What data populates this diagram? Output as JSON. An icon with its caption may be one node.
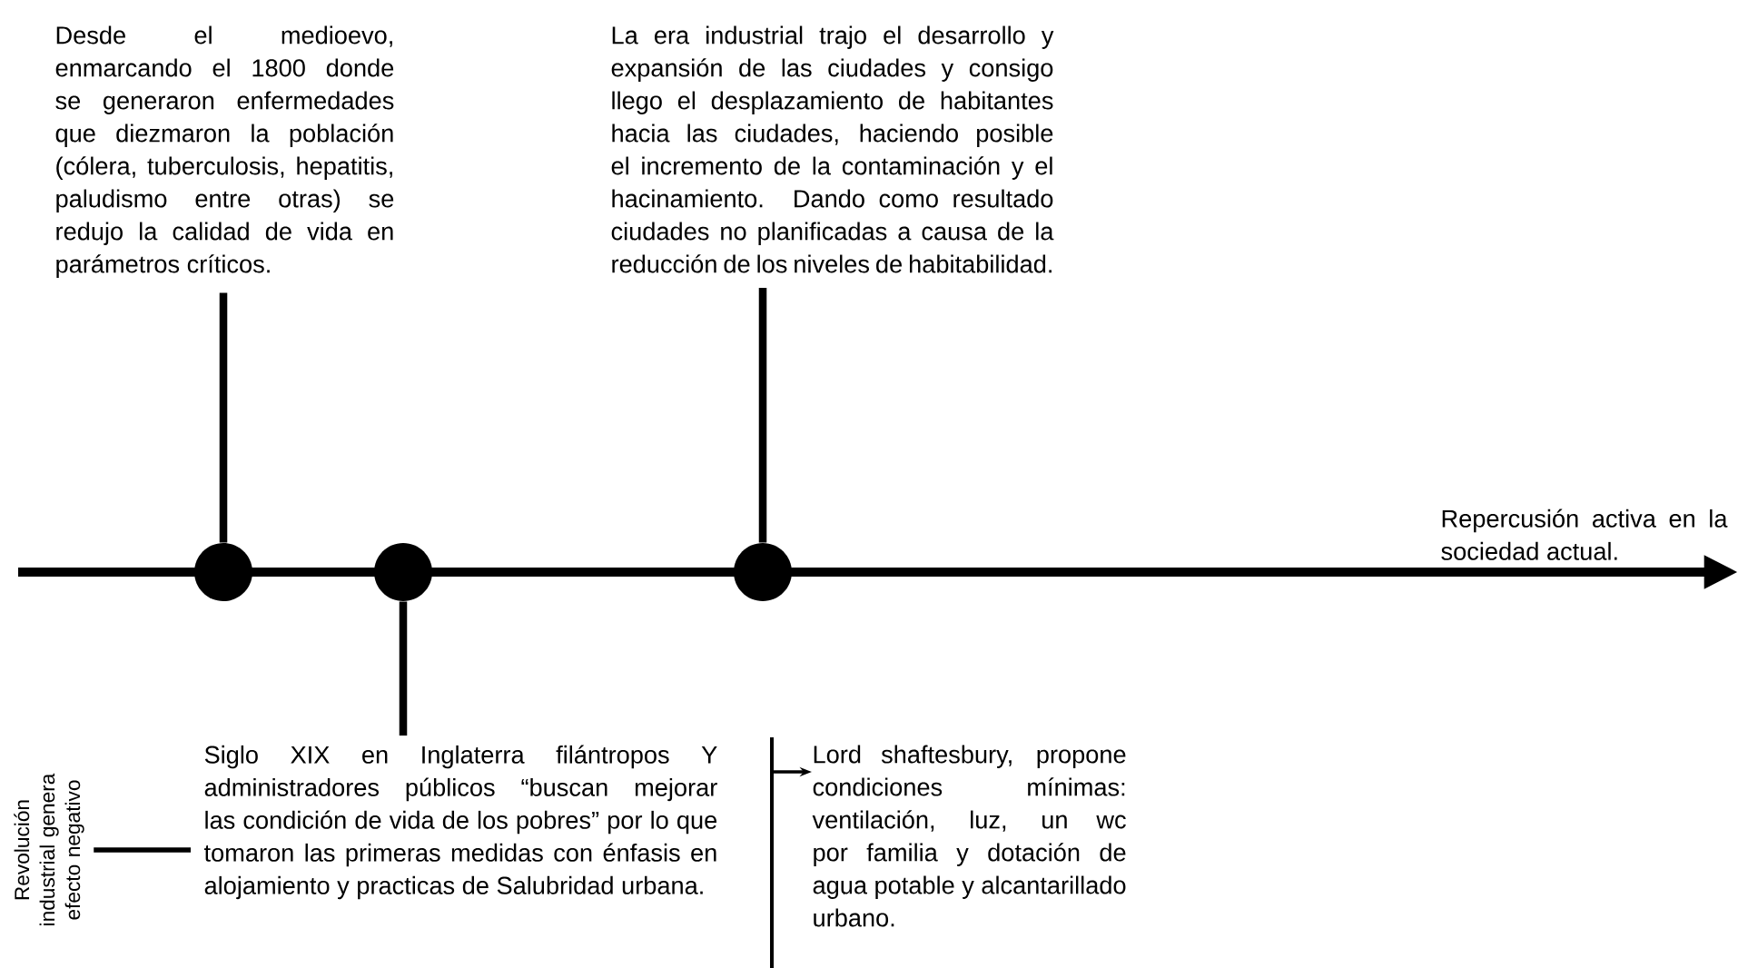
{
  "diagram": {
    "nodes": [
      {
        "text": [
          "Desde el medioevo, enmarcando el 1800 donde se generaron enfermedades que diezmaron la población (cólera, tuberculosis, hepatitis, paludismo entre otras) se redujo la calidad de vida en parámetros críticos."
        ]
      },
      {
        "text": [
          "La era industrial trajo el desarrollo y expansión de las ciudades y consigo llego el desplazamiento de habitantes hacia las ciudades, haciendo posible el incremento de la contaminación y el hacinamiento. Dando como resultado ciudades no planificadas a causa de la reducción de los niveles de habitabilidad."
        ]
      },
      {
        "text": [],
        "shape": "circle"
      },
      {
        "text": [],
        "shape": "circle"
      },
      {
        "text": [],
        "shape": "circle"
      },
      {
        "text": [
          "Repercusión activa en la sociedad actual."
        ]
      },
      {
        "text": [
          "Revolución industrial genera efecto negativo"
        ]
      },
      {
        "text": [
          "Siglo XIX en Inglaterra filántropos Y administradores públicos “buscan mejorar las condición de vida de los pobres” por lo que tomaron las primeras medidas con énfasis en alojamiento y practicas de Salubridad urbana."
        ]
      },
      {
        "text": [
          "Lord shaftesbury, propone condiciones mínimas: ventilación, luz, un wc por familia y dotación de agua potable y alcantarillado urbano."
        ]
      }
    ],
    "edges": [
      {
        "from": 2,
        "to": 0,
        "arrow": "none"
      },
      {
        "from": 4,
        "to": 1,
        "arrow": "none"
      },
      {
        "from": 3,
        "to": 7,
        "arrow": "none"
      },
      {
        "from": 6,
        "to": 7,
        "arrow": "none"
      },
      {
        "from": null,
        "to": 8,
        "arrow": "to"
      }
    ]
  }
}
